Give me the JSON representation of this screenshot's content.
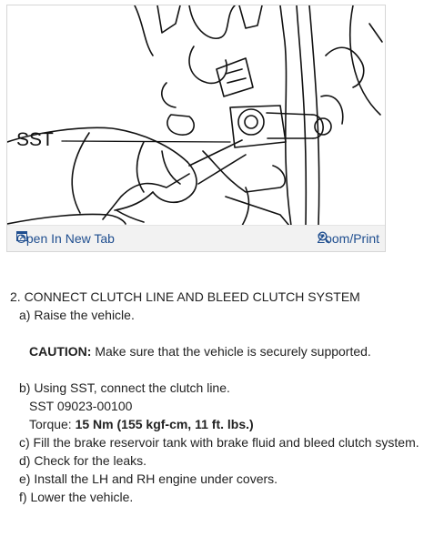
{
  "figure": {
    "callout_label": "SST",
    "open_tab_label": "Open In New Tab",
    "zoom_label": "Zoom/Print"
  },
  "procedure": {
    "step_title": "2. CONNECT CLUTCH LINE AND BLEED CLUTCH SYSTEM",
    "step_a": "a) Raise the vehicle.",
    "caution_label": "CAUTION:",
    "caution_text": " Make sure that the vehicle is securely supported.",
    "step_b": "b) Using SST, connect the clutch line.",
    "sst_number": "SST 09023-00100",
    "torque_label": "Torque: ",
    "torque_value": "15 Nm (155 kgf-cm, 11 ft. lbs.)",
    "step_c": "c) Fill the brake reservoir tank with brake fluid and bleed clutch system.",
    "step_d": "d) Check for the leaks.",
    "step_e": "e) Install the LH and RH engine under covers.",
    "step_f": "f) Lower the vehicle."
  },
  "colors": {
    "link": "#1f4e8f",
    "bar": "#f2f2f2",
    "border": "#d6d6d6"
  }
}
